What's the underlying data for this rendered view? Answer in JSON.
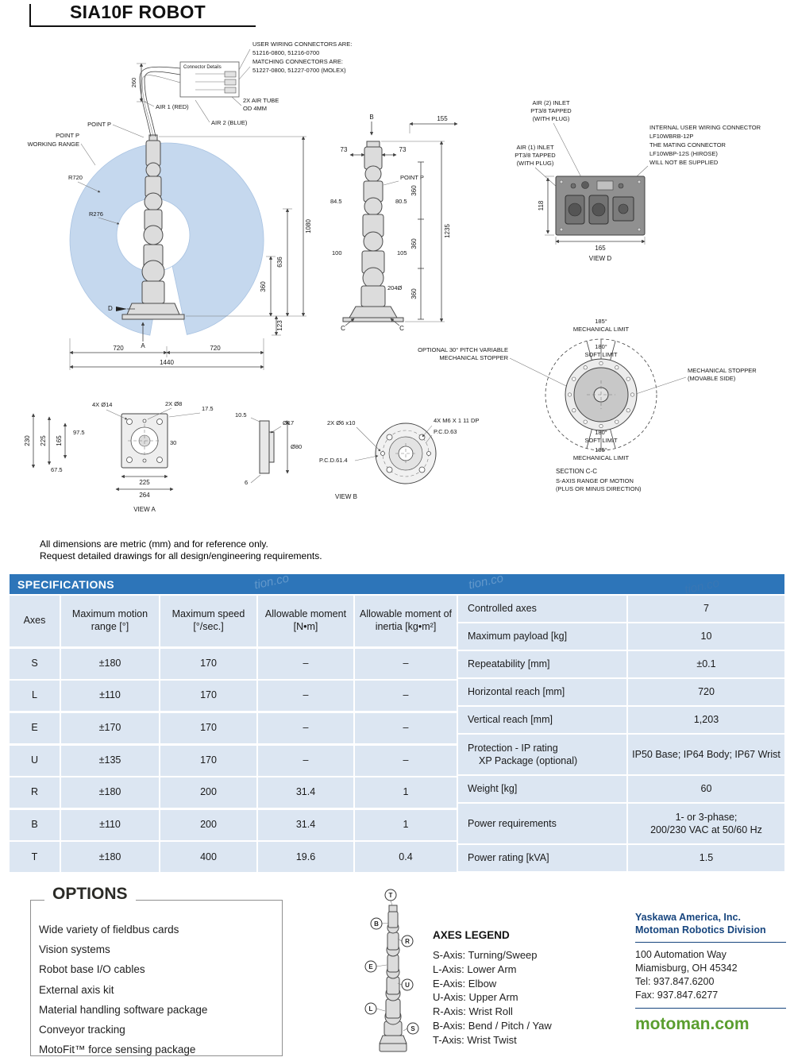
{
  "page": {
    "title": "SIA10F ROBOT"
  },
  "colors": {
    "spec_header_bg": "#2d75b9",
    "table_cell_bg": "#dce6f2",
    "working_range_fill": "#c5d8ee",
    "brand_blue": "#17457e",
    "brand_green": "#5a9e2f"
  },
  "drawing": {
    "top_view": {
      "connector_details": "Connector Details",
      "user_wiring_lines": [
        "USER WIRING CONNECTORS ARE:",
        "51216-0800, 51216-0700",
        "MATCHING CONNECTORS ARE:",
        "51227-0800, 51227-0700 (MOLEX)"
      ],
      "air_tube_lines": [
        "2X AIR TUBE",
        "OD 4MM"
      ],
      "air1": "AIR 1 (RED)",
      "air2": "AIR 2 (BLUE)",
      "dim_260": "260",
      "point_p": "POINT P",
      "working_range_lines": [
        "POINT P",
        "WORKING RANGE"
      ],
      "r720": "R720",
      "r276": "R276",
      "label_d": "D",
      "label_a": "A",
      "dim_1080": "1080",
      "dim_636": "636",
      "dim_360": "360",
      "dim_123": "123",
      "dim_720_left": "720",
      "dim_720_right": "720",
      "dim_1440": "1440"
    },
    "side_view": {
      "label_b": "B",
      "dim_155": "155",
      "dim_73_left": "73",
      "dim_73_right": "73",
      "point_p": "POINT P",
      "dim_84_5": "84.5",
      "dim_80_5": "80.5",
      "dim_100": "100",
      "dim_105": "105",
      "dim_204": "204Ø",
      "dim_1235": "1235",
      "dim_360_1": "360",
      "dim_360_2": "360",
      "dim_360_3": "360",
      "label_c_left": "C",
      "label_c_right": "C"
    },
    "view_d": {
      "air2_lines": [
        "AIR (2) INLET",
        "PT3/8 TAPPED",
        "(WITH PLUG)"
      ],
      "air1_lines": [
        "AIR (1) INLET",
        "PT3/8 TAPPED",
        "(WITH PLUG)"
      ],
      "internal_lines": [
        "INTERNAL USER WIRING CONNECTOR",
        "LF10WBRB-12P",
        "THE MATING CONNECTOR",
        "LF10WBP-12S (HIROSE)",
        "WILL NOT BE SUPPLIED"
      ],
      "dim_118": "118",
      "dim_165": "165",
      "caption": "VIEW D"
    },
    "section_cc": {
      "mech_limit_top": [
        "185°",
        "MECHANICAL LIMIT"
      ],
      "soft_limit_top": [
        "180°",
        "SOFT LIMIT"
      ],
      "optional_stopper": [
        "OPTIONAL 30° PITCH VARIABLE",
        "MECHANICAL STOPPER"
      ],
      "mech_stopper": [
        "MECHANICAL STOPPER",
        "(MOVABLE SIDE)"
      ],
      "soft_limit_bottom": [
        "180°",
        "SOFT LIMIT"
      ],
      "mech_limit_bottom": [
        "185°",
        "MECHANICAL LIMIT"
      ],
      "caption": "SECTION C-C",
      "s_axis_lines": [
        "S-AXIS RANGE OF MOTION",
        "(PLUS OR MINUS DIRECTION)"
      ]
    },
    "view_a": {
      "dim_4x14": "4X Ø14",
      "dim_2x8": "2X Ø8",
      "dim_17_5": "17.5",
      "dim_230": "230",
      "dim_225_left": "225",
      "dim_165": "165",
      "dim_97_5": "97.5",
      "dim_30": "30",
      "dim_67_5": "67.5",
      "dim_225_bottom": "225",
      "dim_264": "264",
      "caption": "VIEW A"
    },
    "view_b": {
      "dim_10_5": "10.5",
      "dim_o17": "Ø17",
      "dim_o80": "Ø80",
      "dim_6": "6",
      "dim_2xo6": "2X Ø6 x10",
      "dim_4xm6": "4X M6 X 1  11 DP",
      "pcd_63": "P.C.D.63",
      "pcd_61_4": "P.C.D.61.4",
      "caption": "VIEW B"
    },
    "notes": [
      "All dimensions are metric (mm) and for reference only.",
      "Request detailed drawings for all design/engineering requirements."
    ]
  },
  "specifications": {
    "header": "SPECIFICATIONS",
    "axes_table": {
      "columns": [
        "Axes",
        "Maximum motion range [°]",
        "Maximum speed [°/sec.]",
        "Allowable moment [N•m]",
        "Allowable moment of inertia [kg•m²]"
      ],
      "rows": [
        [
          "S",
          "±180",
          "170",
          "–",
          "–"
        ],
        [
          "L",
          "±110",
          "170",
          "–",
          "–"
        ],
        [
          "E",
          "±170",
          "170",
          "–",
          "–"
        ],
        [
          "U",
          "±135",
          "170",
          "–",
          "–"
        ],
        [
          "R",
          "±180",
          "200",
          "31.4",
          "1"
        ],
        [
          "B",
          "±110",
          "200",
          "31.4",
          "1"
        ],
        [
          "T",
          "±180",
          "400",
          "19.6",
          "0.4"
        ]
      ]
    },
    "general_table": {
      "rows": [
        {
          "label": "Controlled axes",
          "value": "7"
        },
        {
          "label": "Maximum payload [kg]",
          "value": "10"
        },
        {
          "label": "Repeatability [mm]",
          "value": "±0.1"
        },
        {
          "label": "Horizontal reach [mm]",
          "value": "720"
        },
        {
          "label": "Vertical reach [mm]",
          "value": "1,203"
        },
        {
          "label": "Protection - IP rating",
          "label2": "XP Package (optional)",
          "value": "IP50 Base; IP64 Body; IP67 Wrist"
        },
        {
          "label": "Weight [kg]",
          "value": "60"
        },
        {
          "label": "Power requirements",
          "value": "1- or 3-phase;",
          "value2": "200/230 VAC at 50/60 Hz"
        },
        {
          "label": "Power rating [kVA]",
          "value": "1.5"
        }
      ]
    }
  },
  "options": {
    "title": "OPTIONS",
    "items": [
      "Wide variety of fieldbus cards",
      "Vision systems",
      "Robot base I/O cables",
      "External axis kit",
      "Material handling software package",
      "Conveyor tracking",
      "MotoFit™ force sensing package"
    ]
  },
  "axes_legend": {
    "title": "AXES LEGEND",
    "items": [
      "S-Axis: Turning/Sweep",
      "L-Axis: Lower Arm",
      "E-Axis: Elbow",
      "U-Axis: Upper Arm",
      "R-Axis: Wrist Roll",
      "B-Axis: Bend / Pitch / Yaw",
      "T-Axis: Wrist Twist"
    ],
    "markers": [
      "T",
      "B",
      "R",
      "E",
      "U",
      "L",
      "S"
    ]
  },
  "company": {
    "name": "Yaskawa America, Inc.",
    "division": "Motoman Robotics Division",
    "address1": "100 Automation Way",
    "address2": "Miamisburg, OH  45342",
    "tel": "Tel:  937.847.6200",
    "fax": "Fax:  937.847.6277",
    "website": "motoman.com"
  },
  "watermark": "tion.co"
}
